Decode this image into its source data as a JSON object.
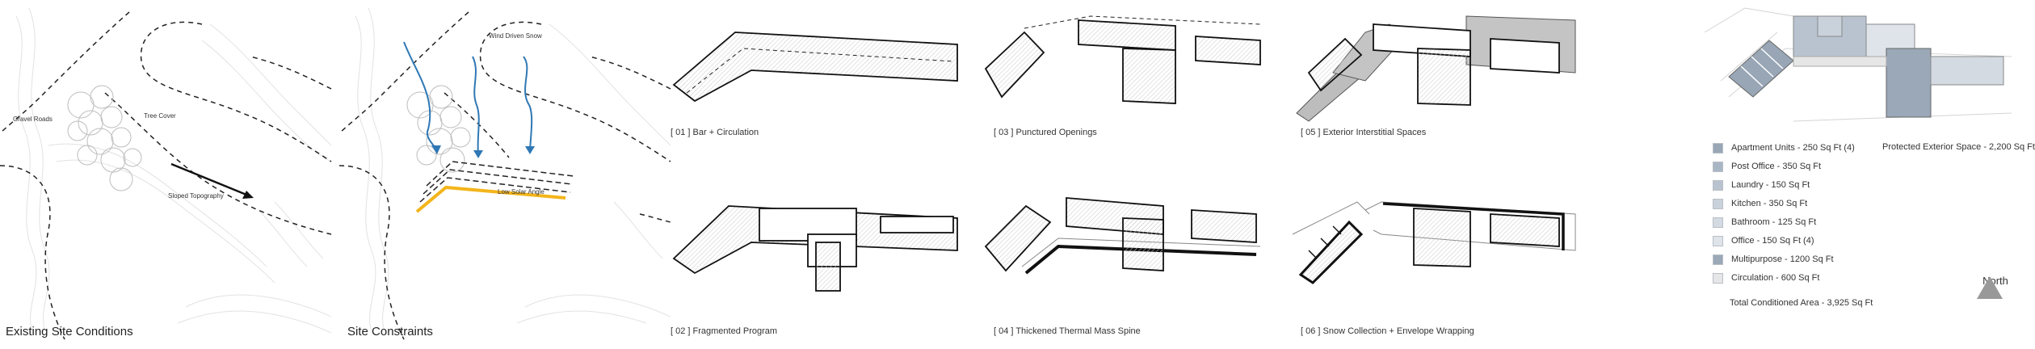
{
  "panels": {
    "existing": {
      "caption": "Existing Site Conditions",
      "labels": {
        "gravel": "Gravel Roads",
        "tree": "Tree Cover",
        "slope": "Sloped Topography"
      }
    },
    "constraints": {
      "caption": "Site Constraints",
      "labels": {
        "snow": "Wind Driven Snow",
        "solar": "Low Solar Angle"
      }
    },
    "steps": [
      {
        "caption": "[ 01 ]  Bar + Circulation"
      },
      {
        "caption": "[ 02 ]  Fragmented Program"
      },
      {
        "caption": "[ 03 ]  Punctured Openings"
      },
      {
        "caption": "[ 04 ] Thickened Thermal Mass Spine"
      },
      {
        "caption": "[ 05 ]  Exterior Interstitial Spaces"
      },
      {
        "caption": "[ 06 ]  Snow Collection + Envelope Wrapping"
      }
    ]
  },
  "legend": {
    "items": [
      {
        "label": "Apartment Units - 250 Sq Ft (4)",
        "color": "#98a6b6"
      },
      {
        "label": "Post Office - 350 Sq Ft",
        "color": "#a9b6c4"
      },
      {
        "label": "Laundry - 150 Sq Ft",
        "color": "#b8c3cf"
      },
      {
        "label": "Kitchen - 350 Sq Ft",
        "color": "#c9d2db"
      },
      {
        "label": "Bathroom - 125 Sq Ft",
        "color": "#d3dae2"
      },
      {
        "label": "Office - 150 Sq Ft (4)",
        "color": "#dfe4ea"
      },
      {
        "label": "Multipurpose - 1200 Sq Ft",
        "color": "#9aa8b8"
      },
      {
        "label": "Circulation - 600 Sq Ft",
        "color": "#e6e6e6"
      }
    ],
    "extra": "Protected Exterior Space - 2,200 Sq Ft",
    "total": "Total Conditioned Area - 3,925 Sq Ft"
  },
  "north": {
    "label": "North"
  },
  "colors": {
    "snow_arrow": "#2f78b5",
    "solar_line": "#f3b51b",
    "shaded": "#bdbdbd"
  }
}
